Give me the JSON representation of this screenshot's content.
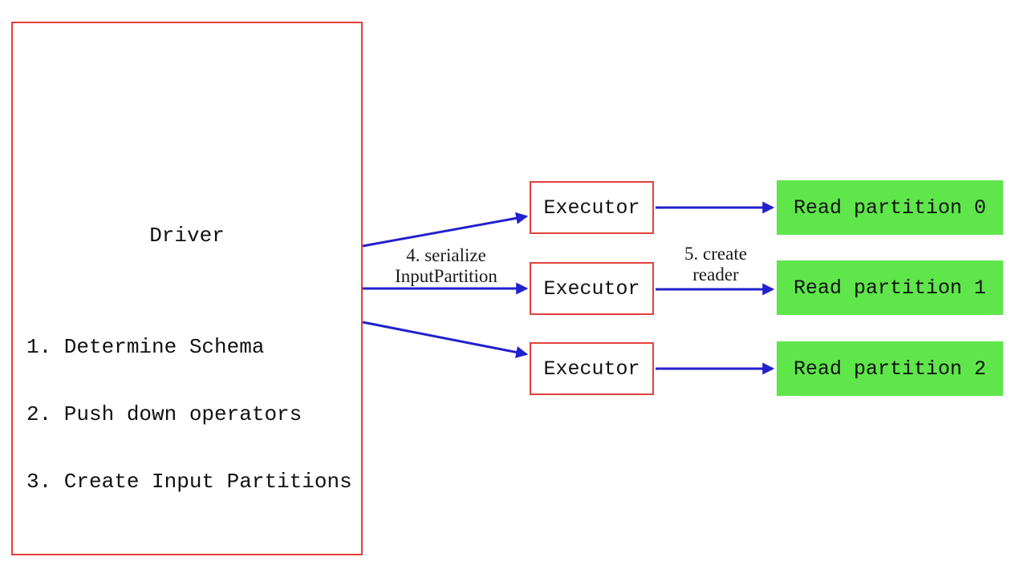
{
  "diagram": {
    "driver": {
      "title": "Driver",
      "steps": [
        "1. Determine Schema",
        "2. Push down operators",
        "3. Create Input Partitions"
      ]
    },
    "executors": [
      {
        "label": "Executor"
      },
      {
        "label": "Executor"
      },
      {
        "label": "Executor"
      }
    ],
    "partitions": [
      {
        "label": "Read partition 0"
      },
      {
        "label": "Read partition 1"
      },
      {
        "label": "Read partition 2"
      }
    ],
    "edge_labels": {
      "serialize": "4. serialize\nInputPartition",
      "create_reader": "5. create\nreader"
    },
    "colors": {
      "box_border_red": "#e2403b",
      "arrow_blue": "#2121cf",
      "partition_green": "#5ee64a",
      "text_black": "#111111",
      "bg_white": "#ffffff"
    }
  }
}
